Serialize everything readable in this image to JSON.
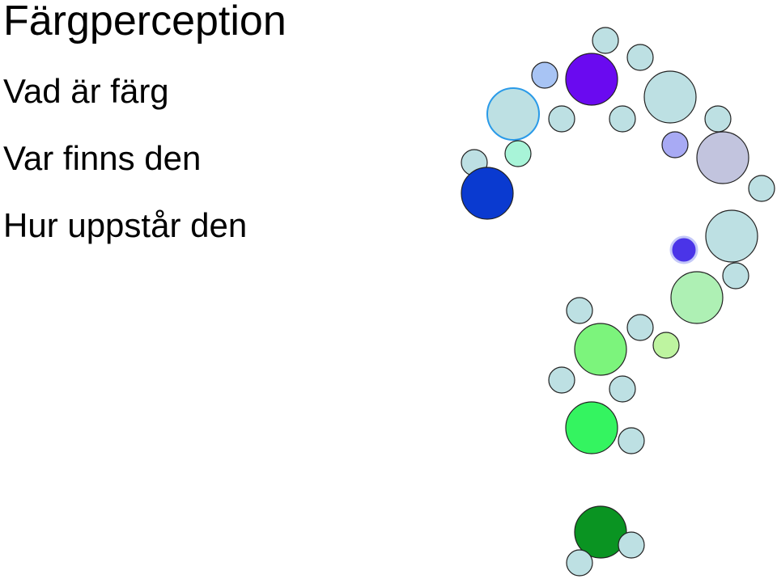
{
  "slide": {
    "title": "Färgperception",
    "bullets": [
      "Vad är färg",
      "Var finns den",
      "Hur uppstår den"
    ]
  },
  "colors": {
    "light_blue": "#bde0e3",
    "violet": "#6a0af0",
    "periwinkle": "#a8c4f4",
    "lavender": "#a8aaf4",
    "grey_lavender": "#c2c4de",
    "royal_blue": "#0a3ad0",
    "indigo": "#4a34e8",
    "mint": "#a8f4d8",
    "pale_green": "#aef0b4",
    "light_green": "#7cf47c",
    "lime_pale": "#bef4a0",
    "green": "#34f460",
    "dark_green": "#0a9422",
    "outline": "#222222",
    "outline_blue": "#2a9ae8",
    "outline_light": "#c4c8f8"
  }
}
